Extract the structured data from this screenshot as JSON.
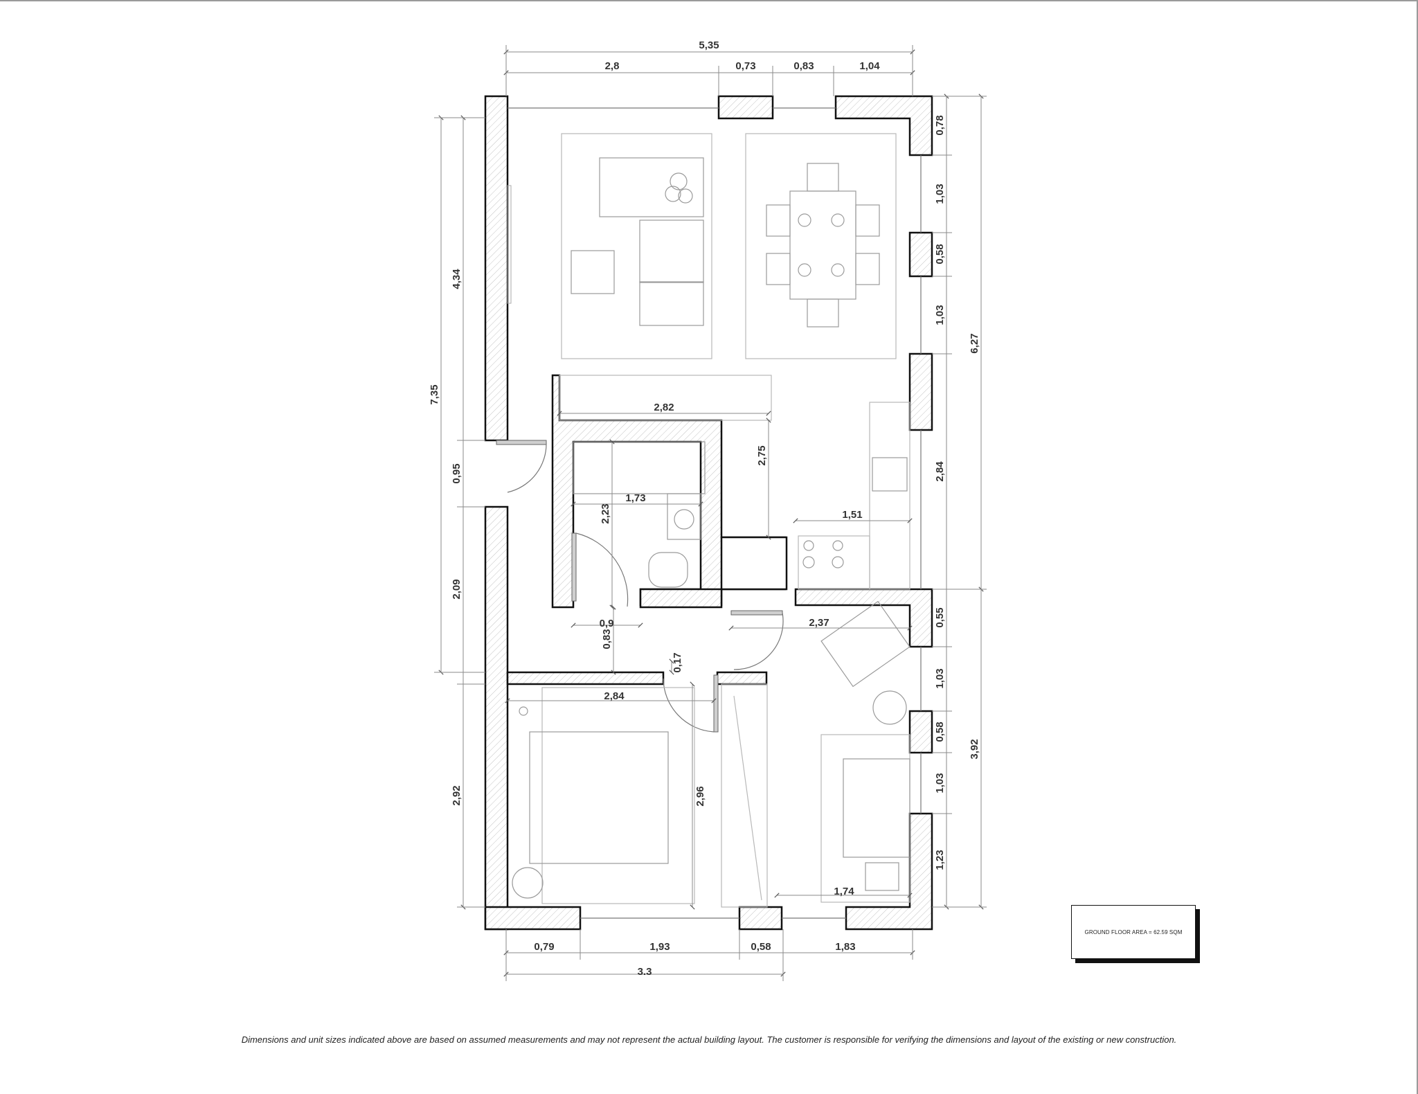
{
  "plan": {
    "dimensions": {
      "top_total": "5,35",
      "top_1": "2,8",
      "top_2": "0,73",
      "top_3": "0,83",
      "top_4": "1,04",
      "left_total": "7,35",
      "left_1": "4,34",
      "left_2": "0,95",
      "left_3": "2,09",
      "left_4": "2,92",
      "right_total_upper": "6,27",
      "right_total_lower": "3,92",
      "right_1": "0,78",
      "right_2": "1,03",
      "right_3": "0,58",
      "right_4": "1,03",
      "right_5": "2,84",
      "right_6": "0,55",
      "right_7": "1,03",
      "right_8": "0,58",
      "right_9": "1,03",
      "right_10": "1,23",
      "bottom_1": "0,79",
      "bottom_2": "1,93",
      "bottom_3": "0,58",
      "bottom_4": "1,83",
      "bottom_total": "3.3",
      "int_bath_width": "2,82",
      "int_bath_inner": "1,73",
      "int_bath_depth": "2,23",
      "int_kitchen_depth": "2,75",
      "int_kitchen_width": "1,51",
      "int_hall_door": "0,9",
      "int_hall_depth": "0,83",
      "int_hall_step": "0,17",
      "int_living_width": "2,37",
      "int_bed_width": "2,84",
      "int_bed_depth": "2,96",
      "int_sofa_width": "1,74"
    }
  },
  "area_label": "GROUND FLOOR AREA = 62.59 SQM",
  "disclaimer": "Dimensions and unit sizes indicated above are based on assumed measurements and may not represent the actual building layout. The customer is responsible for verifying the dimensions and layout of the existing or new construction."
}
